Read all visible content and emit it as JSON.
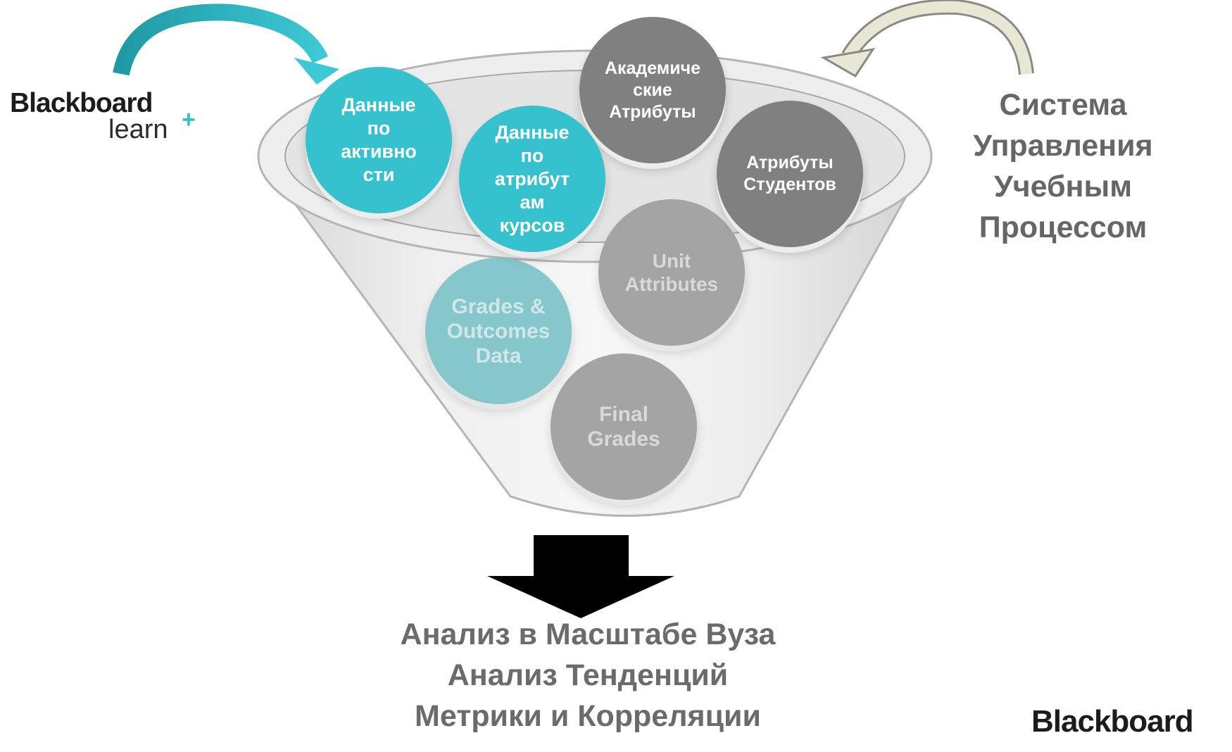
{
  "logo_left": {
    "line1": "Blackboard",
    "line2": "learn",
    "plus": "+"
  },
  "logo_bottom": {
    "text": "Blackboard"
  },
  "right_title": [
    "Система",
    "Управления",
    "Учебным",
    "Процессом"
  ],
  "circles": {
    "activity": "Данные\nпо\nактивно\nсти",
    "course": "Данные\nпо\nатрибут\nам\nкурсов",
    "academic": "Академиче\nские\nАтрибуты",
    "student": "Атрибуты\nСтудентов",
    "unit": "Unit\nAttributes",
    "grades": "Grades &\nOutcomes\nData",
    "final": "Final\nGrades"
  },
  "outcomes": [
    "Анализ в Масштабе Вуза",
    "Анализ Тенденций",
    "Метрики и Корреляции"
  ],
  "colors": {
    "teal": "#35c1ce",
    "dark_grey": "#808080",
    "text_grey": "#666666",
    "arrow": "#000000"
  }
}
